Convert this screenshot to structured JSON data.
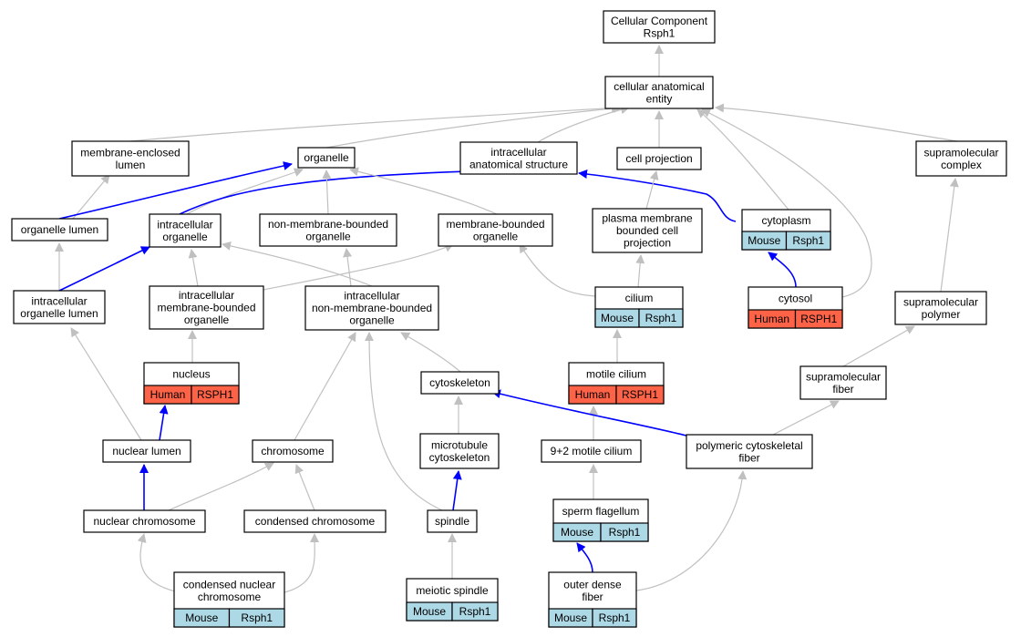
{
  "colors": {
    "edge": "#c0c0c0",
    "edge_highlight": "#0000ff",
    "node_fill": "#ffffff",
    "node_border": "#000000",
    "mouse_fill": "#add8e6",
    "human_fill": "#ff6347"
  },
  "nodes": [
    {
      "id": "root",
      "lines": [
        "Cellular Component",
        "Rsph1"
      ]
    },
    {
      "id": "cae",
      "lines": [
        "cellular anatomical",
        "entity"
      ]
    },
    {
      "id": "mel",
      "lines": [
        "membrane-enclosed",
        "lumen"
      ]
    },
    {
      "id": "org",
      "lines": [
        "organelle"
      ]
    },
    {
      "id": "ias",
      "lines": [
        "intracellular",
        "anatomical structure"
      ]
    },
    {
      "id": "cpr",
      "lines": [
        "cell projection"
      ]
    },
    {
      "id": "smc",
      "lines": [
        "supramolecular",
        "complex"
      ]
    },
    {
      "id": "orl",
      "lines": [
        "organelle lumen"
      ]
    },
    {
      "id": "io",
      "lines": [
        "intracellular",
        "organelle"
      ]
    },
    {
      "id": "nmbo",
      "lines": [
        "non-membrane-bounded",
        "organelle"
      ]
    },
    {
      "id": "mbo",
      "lines": [
        "membrane-bounded",
        "organelle"
      ]
    },
    {
      "id": "pmbcp",
      "lines": [
        "plasma membrane",
        "bounded cell",
        "projection"
      ]
    },
    {
      "id": "cyto",
      "lines": [
        "cytoplasm"
      ],
      "species": "Mouse",
      "gene": "Rsph1"
    },
    {
      "id": "iol",
      "lines": [
        "intracellular",
        "organelle lumen"
      ]
    },
    {
      "id": "imbo",
      "lines": [
        "intracellular",
        "membrane-bounded",
        "organelle"
      ]
    },
    {
      "id": "inmbo",
      "lines": [
        "intracellular",
        "non-membrane-bounded",
        "organelle"
      ]
    },
    {
      "id": "cil",
      "lines": [
        "cilium"
      ],
      "species": "Mouse",
      "gene": "Rsph1"
    },
    {
      "id": "cytosol",
      "lines": [
        "cytosol"
      ],
      "species": "Human",
      "gene": "RSPH1"
    },
    {
      "id": "smp",
      "lines": [
        "supramolecular",
        "polymer"
      ]
    },
    {
      "id": "nuc",
      "lines": [
        "nucleus"
      ],
      "species": "Human",
      "gene": "RSPH1"
    },
    {
      "id": "csk",
      "lines": [
        "cytoskeleton"
      ]
    },
    {
      "id": "mcil",
      "lines": [
        "motile cilium"
      ],
      "species": "Human",
      "gene": "RSPH1"
    },
    {
      "id": "smf",
      "lines": [
        "supramolecular",
        "fiber"
      ]
    },
    {
      "id": "nlum",
      "lines": [
        "nuclear lumen"
      ]
    },
    {
      "id": "chr",
      "lines": [
        "chromosome"
      ]
    },
    {
      "id": "mtcsk",
      "lines": [
        "microtubule",
        "cytoskeleton"
      ]
    },
    {
      "id": "92mc",
      "lines": [
        "9+2 motile cilium"
      ]
    },
    {
      "id": "pcf",
      "lines": [
        "polymeric cytoskeletal",
        "fiber"
      ]
    },
    {
      "id": "nchr",
      "lines": [
        "nuclear chromosome"
      ]
    },
    {
      "id": "cchr",
      "lines": [
        "condensed chromosome"
      ]
    },
    {
      "id": "spd",
      "lines": [
        "spindle"
      ]
    },
    {
      "id": "spf",
      "lines": [
        "sperm flagellum"
      ],
      "species": "Mouse",
      "gene": "Rsph1"
    },
    {
      "id": "cnchr",
      "lines": [
        "condensed nuclear",
        "chromosome"
      ],
      "species": "Mouse",
      "gene": "Rsph1"
    },
    {
      "id": "msp",
      "lines": [
        "meiotic spindle"
      ],
      "species": "Mouse",
      "gene": "Rsph1"
    },
    {
      "id": "odf",
      "lines": [
        "outer dense",
        "fiber"
      ],
      "species": "Mouse",
      "gene": "Rsph1"
    }
  ]
}
